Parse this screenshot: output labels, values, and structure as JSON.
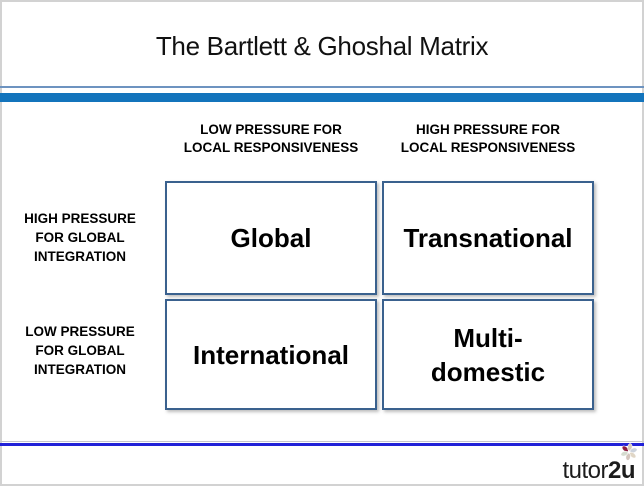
{
  "slide": {
    "title": "The Bartlett & Ghoshal Matrix"
  },
  "matrix": {
    "column_headers": [
      "LOW PRESSURE FOR\nLOCAL RESPONSIVENESS",
      "HIGH PRESSURE FOR\nLOCAL RESPONSIVENESS"
    ],
    "row_headers": [
      "HIGH PRESSURE\nFOR GLOBAL\nINTEGRATION",
      "LOW PRESSURE\nFOR GLOBAL\nINTEGRATION"
    ],
    "cells": [
      "Global",
      "Transnational",
      "International",
      "Multi-\ndomestic"
    ]
  },
  "footer": {
    "logo_regular": "tutor",
    "logo_bold": "2u"
  },
  "icons": {
    "logo_icon": "pinwheel-flower-icon"
  },
  "colors": {
    "header_bar_blue": "#1374bc",
    "header_rule_blue": "#6d93c0",
    "cell_border_blue": "#3a618e",
    "footer_line_blue": "#2121d8",
    "logo_petal_maroon": "#8c1d40",
    "text_black": "#000000"
  }
}
